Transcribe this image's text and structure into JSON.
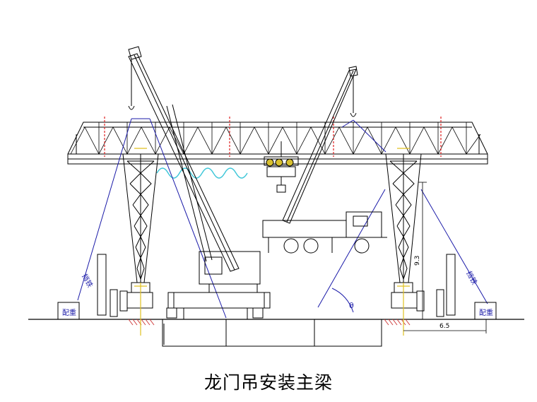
{
  "caption": "龙门吊安装主梁",
  "labels": {
    "counterweight_left": "配重",
    "counterweight_right": "配重",
    "stop_left": "挡铁",
    "stop_right": "挡铁",
    "dim_height": "9.3",
    "dim_width": "6.5",
    "angle": "θ"
  },
  "colors": {
    "line": "#000000",
    "guy_wire": "#1a1aa8",
    "cable": "#3cc6d8",
    "hook_yellow": "#e0c020",
    "ground_hatch": "#d04040",
    "red_marker": "#e02020"
  }
}
